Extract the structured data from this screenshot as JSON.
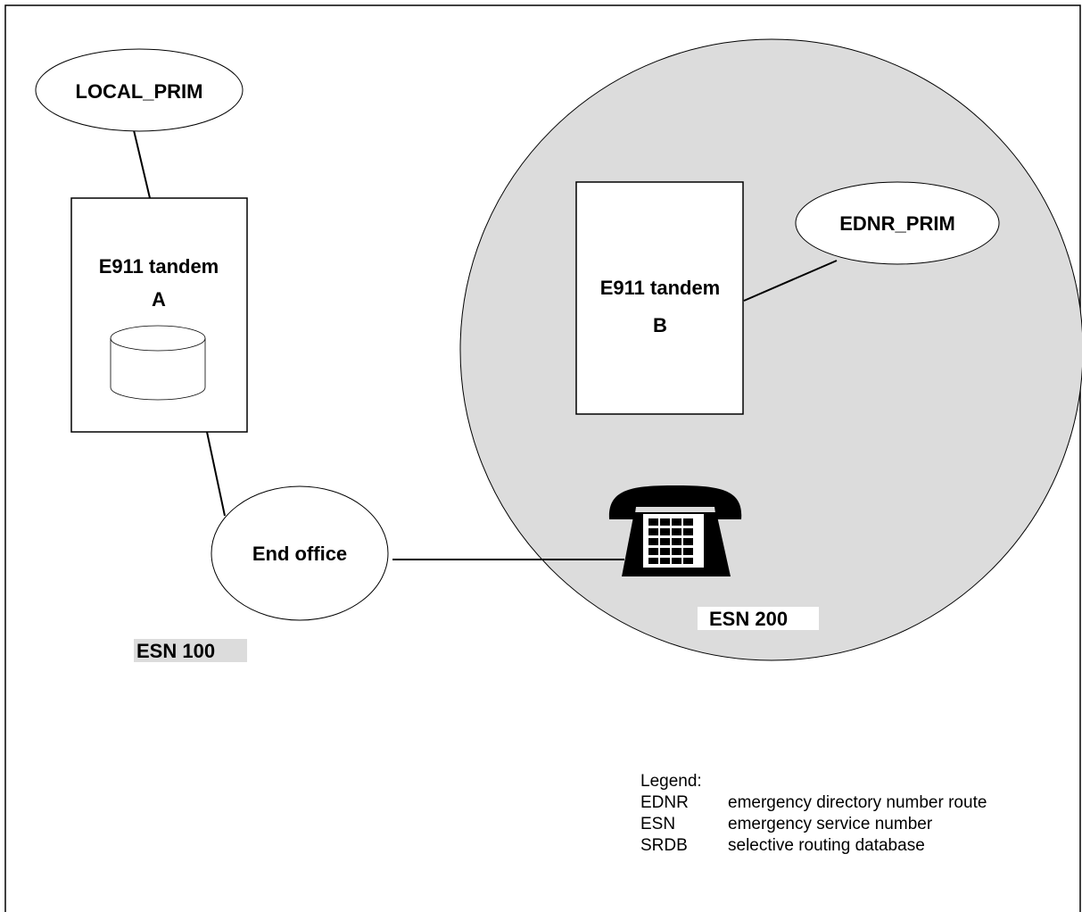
{
  "nodes": {
    "local_prim": "LOCAL_PRIM",
    "tandem_a": {
      "line1": "E911 tandem",
      "line2": "A"
    },
    "tandem_b": {
      "line1": "E911 tandem",
      "line2": "B"
    },
    "ednr_prim": "EDNR_PRIM",
    "end_office": "End office"
  },
  "zones": {
    "esn_100": "ESN 100",
    "esn_200": "ESN 200"
  },
  "legend": {
    "title": "Legend:",
    "items": [
      {
        "abbr": "EDNR",
        "desc": "emergency directory number route"
      },
      {
        "abbr": "ESN",
        "desc": "emergency service number"
      },
      {
        "abbr": "SRDB",
        "desc": "selective routing database"
      }
    ]
  },
  "icons": [
    "telephone-icon",
    "database-icon"
  ],
  "colors": {
    "zone_fill": "#dcdcdc",
    "line": "#000000",
    "background": "#ffffff"
  }
}
